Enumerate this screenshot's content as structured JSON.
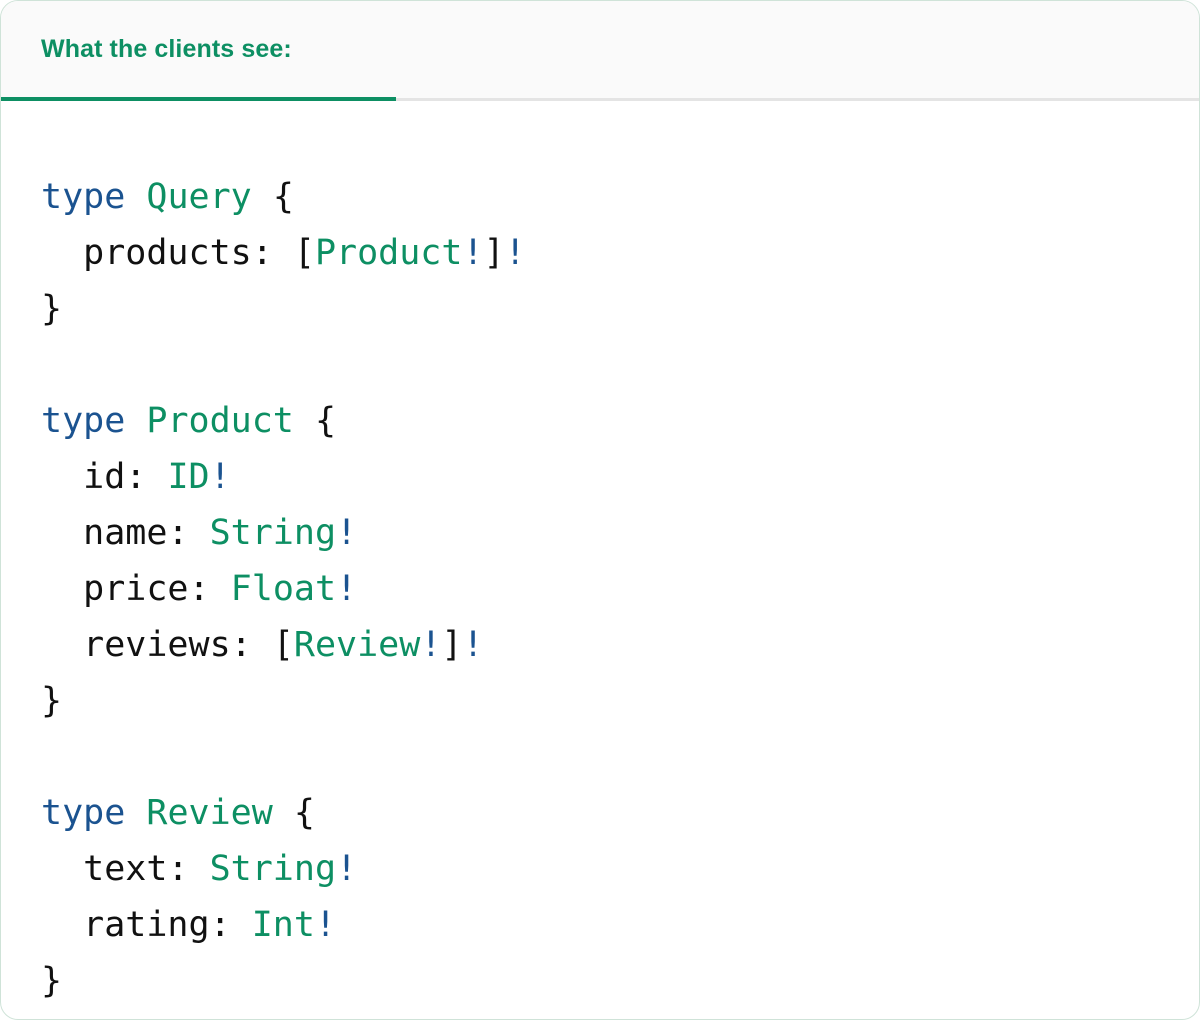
{
  "panel": {
    "accent_color": "#0d8f63",
    "keyword_color": "#1b5390",
    "punctuation_color": "#111111",
    "header_background": "#fafafa",
    "body_background": "#ffffff",
    "border_color": "#cfe3d8"
  },
  "tabs": [
    {
      "label": "What the clients see:",
      "active": true
    }
  ],
  "code": {
    "language": "graphql",
    "lines": [
      {
        "id": "line-1",
        "tokens": [
          {
            "t": "type",
            "c": "kw"
          },
          {
            "t": " ",
            "c": "punc"
          },
          {
            "t": "Query",
            "c": "tname"
          },
          {
            "t": " ",
            "c": "punc"
          },
          {
            "t": "{",
            "c": "punc"
          }
        ]
      },
      {
        "id": "line-2",
        "tokens": [
          {
            "t": "  products",
            "c": "field"
          },
          {
            "t": ": ",
            "c": "punc"
          },
          {
            "t": "[",
            "c": "punc"
          },
          {
            "t": "Product",
            "c": "tname"
          },
          {
            "t": "!",
            "c": "bang"
          },
          {
            "t": "]",
            "c": "punc"
          },
          {
            "t": "!",
            "c": "bang"
          }
        ]
      },
      {
        "id": "line-3",
        "tokens": [
          {
            "t": "}",
            "c": "punc"
          }
        ]
      },
      {
        "id": "line-4",
        "tokens": []
      },
      {
        "id": "line-5",
        "tokens": [
          {
            "t": "type",
            "c": "kw"
          },
          {
            "t": " ",
            "c": "punc"
          },
          {
            "t": "Product",
            "c": "tname"
          },
          {
            "t": " ",
            "c": "punc"
          },
          {
            "t": "{",
            "c": "punc"
          }
        ]
      },
      {
        "id": "line-6",
        "tokens": [
          {
            "t": "  id",
            "c": "field"
          },
          {
            "t": ": ",
            "c": "punc"
          },
          {
            "t": "ID",
            "c": "tname"
          },
          {
            "t": "!",
            "c": "bang"
          }
        ]
      },
      {
        "id": "line-7",
        "tokens": [
          {
            "t": "  name",
            "c": "field"
          },
          {
            "t": ": ",
            "c": "punc"
          },
          {
            "t": "String",
            "c": "tname"
          },
          {
            "t": "!",
            "c": "bang"
          }
        ]
      },
      {
        "id": "line-8",
        "tokens": [
          {
            "t": "  price",
            "c": "field"
          },
          {
            "t": ": ",
            "c": "punc"
          },
          {
            "t": "Float",
            "c": "tname"
          },
          {
            "t": "!",
            "c": "bang"
          }
        ]
      },
      {
        "id": "line-9",
        "tokens": [
          {
            "t": "  reviews",
            "c": "field"
          },
          {
            "t": ": ",
            "c": "punc"
          },
          {
            "t": "[",
            "c": "punc"
          },
          {
            "t": "Review",
            "c": "tname"
          },
          {
            "t": "!",
            "c": "bang"
          },
          {
            "t": "]",
            "c": "punc"
          },
          {
            "t": "!",
            "c": "bang"
          }
        ]
      },
      {
        "id": "line-10",
        "tokens": [
          {
            "t": "}",
            "c": "punc"
          }
        ]
      },
      {
        "id": "line-11",
        "tokens": []
      },
      {
        "id": "line-12",
        "tokens": [
          {
            "t": "type",
            "c": "kw"
          },
          {
            "t": " ",
            "c": "punc"
          },
          {
            "t": "Review",
            "c": "tname"
          },
          {
            "t": " ",
            "c": "punc"
          },
          {
            "t": "{",
            "c": "punc"
          }
        ]
      },
      {
        "id": "line-13",
        "tokens": [
          {
            "t": "  text",
            "c": "field"
          },
          {
            "t": ": ",
            "c": "punc"
          },
          {
            "t": "String",
            "c": "tname"
          },
          {
            "t": "!",
            "c": "bang"
          }
        ]
      },
      {
        "id": "line-14",
        "tokens": [
          {
            "t": "  rating",
            "c": "field"
          },
          {
            "t": ": ",
            "c": "punc"
          },
          {
            "t": "Int",
            "c": "tname"
          },
          {
            "t": "!",
            "c": "bang"
          }
        ]
      },
      {
        "id": "line-15",
        "tokens": [
          {
            "t": "}",
            "c": "punc"
          }
        ]
      }
    ]
  }
}
